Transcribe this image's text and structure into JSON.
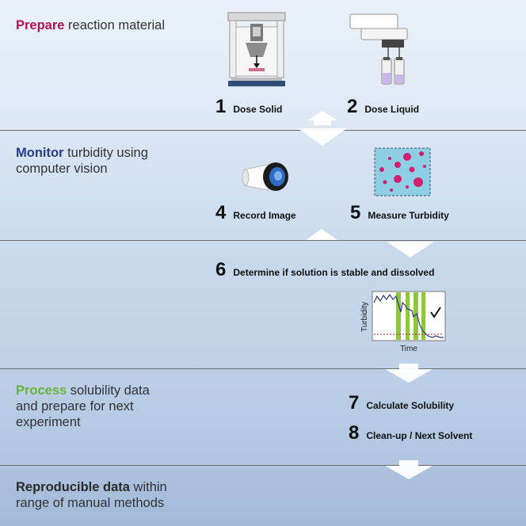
{
  "sections": [
    {
      "keyword": "Prepare",
      "text_line1": " reaction material",
      "text_line2": ""
    },
    {
      "keyword": "Monitor",
      "text_line1": " turbidity using",
      "text_line2": "computer vision"
    },
    {
      "keyword": "Process",
      "text_line1": " solubility data",
      "text_line2": "and prepare for next",
      "text_line3": "experiment"
    },
    {
      "keyword": "Reproducible data",
      "text_line1": " within",
      "text_line2": "range of manual methods"
    }
  ],
  "steps": [
    {
      "num": "1",
      "label": "Dose Solid"
    },
    {
      "num": "2",
      "label": "Dose Liquid"
    },
    {
      "num": "4",
      "label": "Record Image"
    },
    {
      "num": "5",
      "label": "Measure Turbidity"
    },
    {
      "num": "6",
      "label": "Determine if solution is stable and dissolved"
    },
    {
      "num": "7",
      "label": "Calculate Solubility"
    },
    {
      "num": "8",
      "label": "Clean-up / Next Solvent"
    }
  ],
  "turbidity_chart": {
    "ylabel": "Turbidity",
    "xlabel": "Time"
  },
  "colors": {
    "prepare": "#b5134f",
    "monitor": "#283c8c",
    "process": "#69b43c",
    "particle": "#d0206f",
    "stable_band": "#8fc63f"
  }
}
